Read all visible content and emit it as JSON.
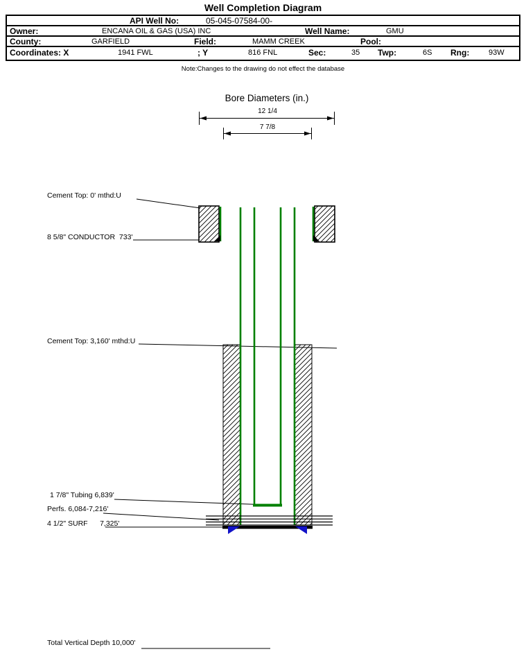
{
  "colors": {
    "casing_green": "#008000",
    "shoe_blue": "#1212c8"
  },
  "header": {
    "title": "Well Completion Diagram",
    "api_label": "API Well No:",
    "api_value": "05-045-07584-00-",
    "owner_label": "Owner:",
    "owner_value": "ENCANA OIL & GAS (USA) INC",
    "well_name_label": "Well Name:",
    "well_name_value": "GMU",
    "county_label": "County:",
    "county_value": "GARFIELD",
    "field_label": "Field:",
    "field_value": "MAMM CREEK",
    "pool_label": "Pool:",
    "coordinates_label": "Coordinates: X",
    "coordinates_x_value": "1941 FWL",
    "coordinates_y_label": "; Y",
    "coordinates_y_value": "816 FNL",
    "sec_label": "Sec:",
    "sec_value": "35",
    "twp_label": "Twp:",
    "twp_value": "6S",
    "rng_label": "Rng:",
    "rng_value": "93W",
    "note": "Note:Changes to the drawing do not effect the database"
  },
  "diagram": {
    "bore_title": "Bore Diameters (in.)",
    "dim_outer_in": "12 1/4",
    "dim_inner_in": "7 7/8",
    "labels": {
      "cement_top_surface": "Cement Top: 0' mthd:U",
      "conductor": "8 5/8\" CONDUCTOR  733'",
      "cement_top_mid": "Cement Top: 3,160' mthd:U",
      "tubing": "1 7/8\" Tubing 6,839'",
      "perfs": "Perfs. 6,084-7,216'",
      "surf_casing": "4 1/2\" SURF      7,325'",
      "total_vertical_depth": "Total Vertical Depth 10,000'"
    }
  }
}
